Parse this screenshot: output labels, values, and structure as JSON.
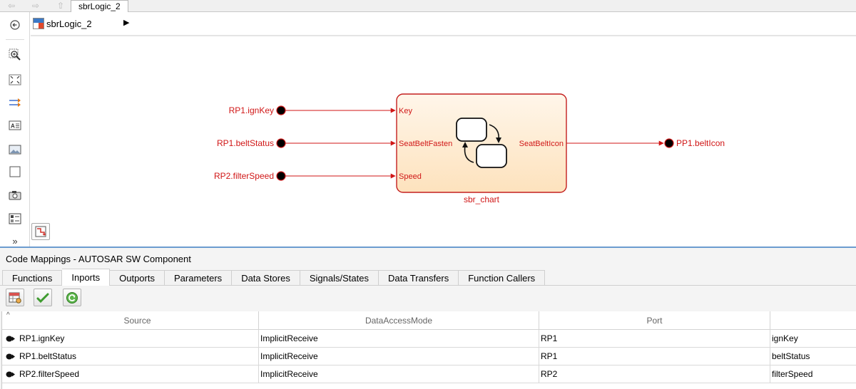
{
  "window": {
    "tab_title": "sbrLogic_2"
  },
  "breadcrumb": {
    "model": "sbrLogic_2"
  },
  "left_toolbar": {
    "tools": [
      "back-icon",
      "zoom-icon",
      "fit-view-icon",
      "signal-arrow-icon",
      "annotation-icon",
      "image-icon",
      "area-icon",
      "camera-icon",
      "model-browser-icon",
      "more-icon"
    ]
  },
  "diagram": {
    "inports": [
      "RP1.ignKey",
      "RP1.beltStatus",
      "RP2.filterSpeed"
    ],
    "chart_name": "sbr_chart",
    "chart_inputs": [
      "Key",
      "SeatBeltFasten",
      "Speed"
    ],
    "chart_output": "SeatBeltIcon",
    "outport": "PP1.beltIcon",
    "colors": {
      "signal": "#d01616",
      "chart_fill": "#fde7c8",
      "chart_border": "#c41f1f"
    }
  },
  "panel": {
    "title": "Code Mappings - AUTOSAR SW Component",
    "tabs": [
      "Functions",
      "Inports",
      "Outports",
      "Parameters",
      "Data Stores",
      "Signals/States",
      "Data Transfers",
      "Function Callers"
    ],
    "active_tab": "Inports",
    "actions": [
      "configure-icon",
      "validate-check-icon",
      "refresh-icon"
    ],
    "columns": [
      "Source",
      "DataAccessMode",
      "Port",
      ""
    ],
    "rows": [
      {
        "source": "RP1.ignKey",
        "mode": "ImplicitReceive",
        "port": "RP1",
        "element": "ignKey"
      },
      {
        "source": "RP1.beltStatus",
        "mode": "ImplicitReceive",
        "port": "RP1",
        "element": "beltStatus"
      },
      {
        "source": "RP2.filterSpeed",
        "mode": "ImplicitReceive",
        "port": "RP2",
        "element": "filterSpeed"
      }
    ]
  }
}
